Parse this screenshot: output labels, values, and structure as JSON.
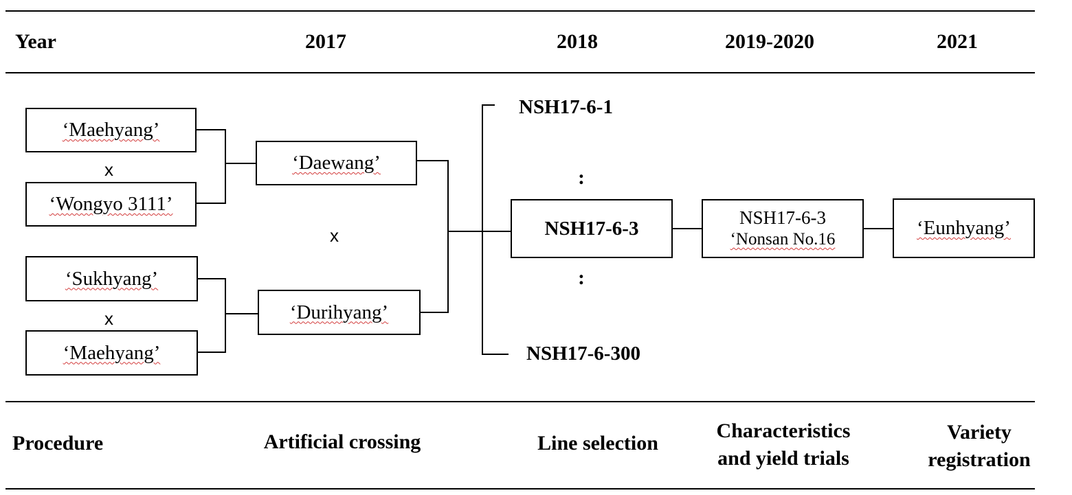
{
  "header": {
    "year_label": "Year",
    "years": [
      "2017",
      "2018",
      "2019-2020",
      "2021"
    ]
  },
  "parents": {
    "p1": "‘Maehyang’",
    "p2": "‘Wongyo 3111’",
    "p3": "‘Sukhyang’",
    "p4": "‘Maehyang’",
    "cross_symbol": "x"
  },
  "crosses": {
    "c1": "‘Daewang’",
    "c2": "‘Durihyang’",
    "cross_symbol": "x"
  },
  "selection": {
    "first": "NSH17-6-1",
    "selected": "NSH17-6-3",
    "last": "NSH17-6-300",
    "ellipsis": ":"
  },
  "trial": {
    "line1": "NSH17-6-3",
    "line2": "‘Nonsan No.16"
  },
  "registration": {
    "name": "‘Eunhyang’"
  },
  "footer": {
    "procedure_label": "Procedure",
    "steps": [
      "Artificial crossing",
      "Line selection",
      "Characteristics and yield trials",
      "Variety registration"
    ]
  }
}
